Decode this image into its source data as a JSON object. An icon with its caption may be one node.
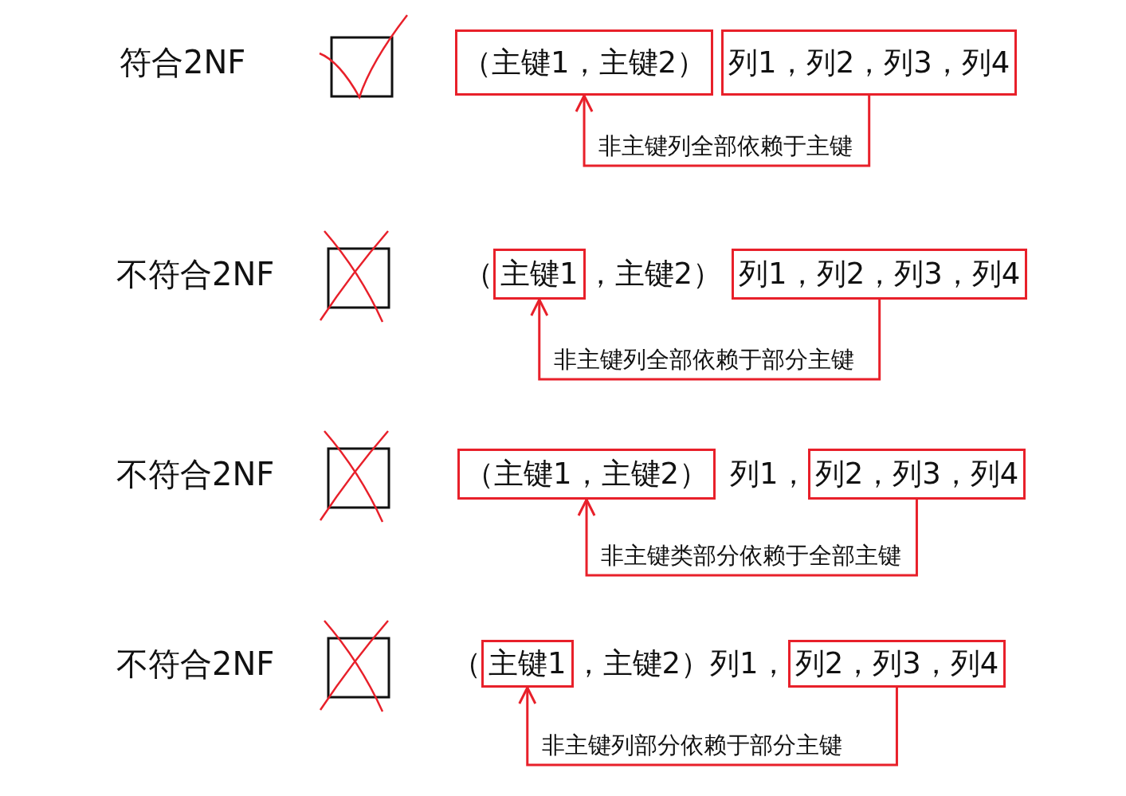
{
  "diagram": {
    "nodes": [
      {
        "text": [
          "（主键1，主键2）"
        ]
      },
      {
        "text": [
          "列1，列2，列3，列4"
        ]
      },
      {
        "text": [
          "主键1"
        ]
      },
      {
        "text": [
          "列1，列2，列3，列4"
        ]
      },
      {
        "text": [
          "（主键1，主键2）"
        ]
      },
      {
        "text": [
          "列2，列3，列4"
        ]
      },
      {
        "text": [
          "主键1"
        ]
      },
      {
        "text": [
          "列2，列3，列4"
        ]
      }
    ],
    "edges": [
      {
        "from": 1,
        "to": 0,
        "arrow": "to",
        "label": "非主键列全部依赖于主键"
      },
      {
        "from": 3,
        "to": 2,
        "arrow": "to",
        "label": "非主键列全部依赖于部分主键"
      },
      {
        "from": 5,
        "to": 4,
        "arrow": "to",
        "label": "非主键类部分依赖于全部主键"
      },
      {
        "from": 7,
        "to": 6,
        "arrow": "to",
        "label": "非主键列部分依赖于部分主键"
      }
    ],
    "labels": [
      "符合2NF",
      "不符合2NF",
      "（",
      "，主键2）",
      "不符合2NF",
      "列1，",
      "不符合2NF",
      "（",
      "，主键2）列1，"
    ]
  }
}
